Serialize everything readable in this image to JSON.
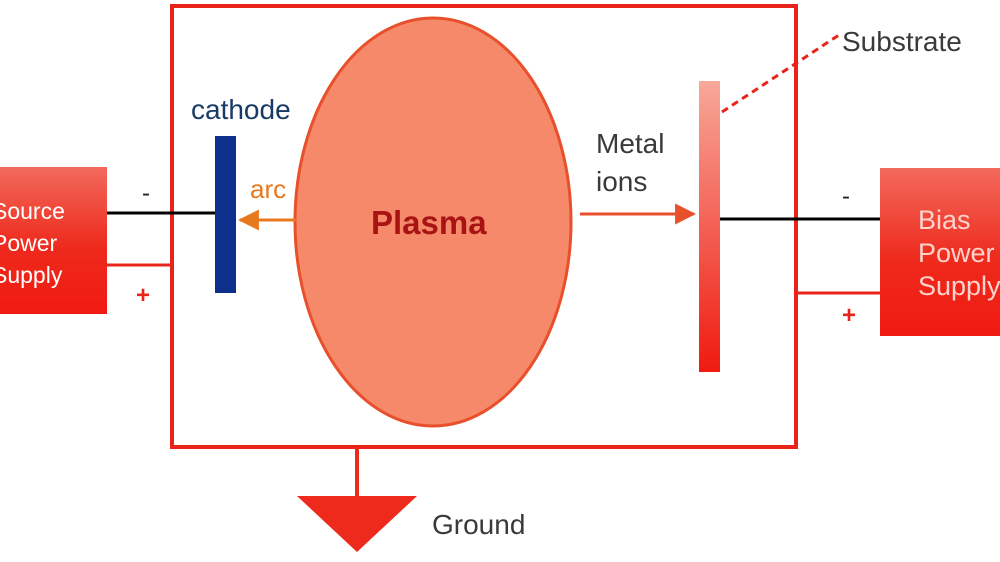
{
  "labels": {
    "substrate": "Substrate",
    "cathode": "cathode",
    "arc": "arc",
    "plasma": "Plasma",
    "metal_ions_line1": "Metal",
    "metal_ions_line2": "ions",
    "ground": "Ground",
    "source_line1": "Source",
    "source_line2": "Power",
    "source_line3": "Supply",
    "bias_line1": "Bias",
    "bias_line2": "Power",
    "bias_line3": "Supply",
    "source_minus": "-",
    "source_plus": "+",
    "bias_minus": "-",
    "bias_plus": "+"
  },
  "colors": {
    "chamber": "#e8241a",
    "cathode": "#0e2f8c",
    "plasma_fill": "#f6896a",
    "plasma_stroke": "#e8502c",
    "arc": "#e8781e",
    "ion_arrow": "#e8502c",
    "wire_negative": "#000000",
    "wire_positive": "#e8241a",
    "substrate_top": "#f7a899",
    "substrate_bottom": "#f01a10",
    "ground": "#ee2a1c",
    "label_dark": "#3a3a3a",
    "label_cathode": "#183a66",
    "label_plasma": "#a81414"
  }
}
